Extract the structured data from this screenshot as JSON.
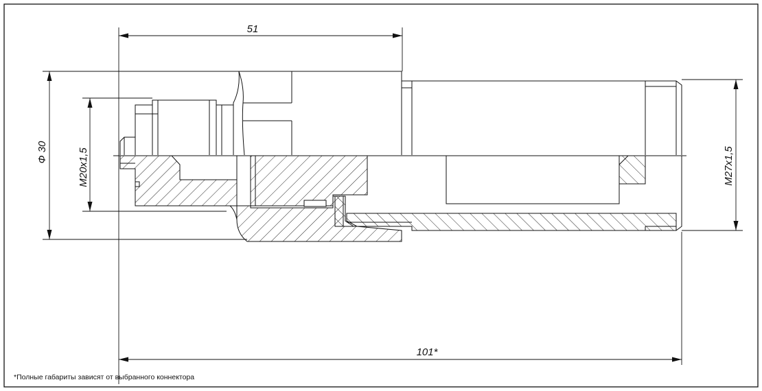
{
  "dimensions": {
    "length_top": "51",
    "length_total": "101*",
    "diameter_body": "Ф 30",
    "thread_left": "M20x1,5",
    "thread_right": "M27x1,5"
  },
  "footnote": "*Полные габариты зависят от выбранного коннектора",
  "colors": {
    "line": "#111111",
    "background": "#ffffff"
  }
}
